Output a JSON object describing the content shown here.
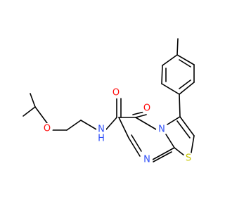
{
  "colors": {
    "bond": "#000000",
    "oxygen": "#ff0d0d",
    "nitrogen": "#3050f8",
    "sulfur": "#c6c600",
    "carbon": "#000000"
  },
  "atoms": {
    "ether_oxygen": "O",
    "amide_oxygen": "O",
    "ketone_oxygen": "O",
    "amide_nitrogen": "N",
    "amide_hydrogen": "H",
    "ring_nitrogen_bridge": "N",
    "ring_nitrogen_pyrimidine": "N",
    "thiazole_sulfur": "S"
  }
}
